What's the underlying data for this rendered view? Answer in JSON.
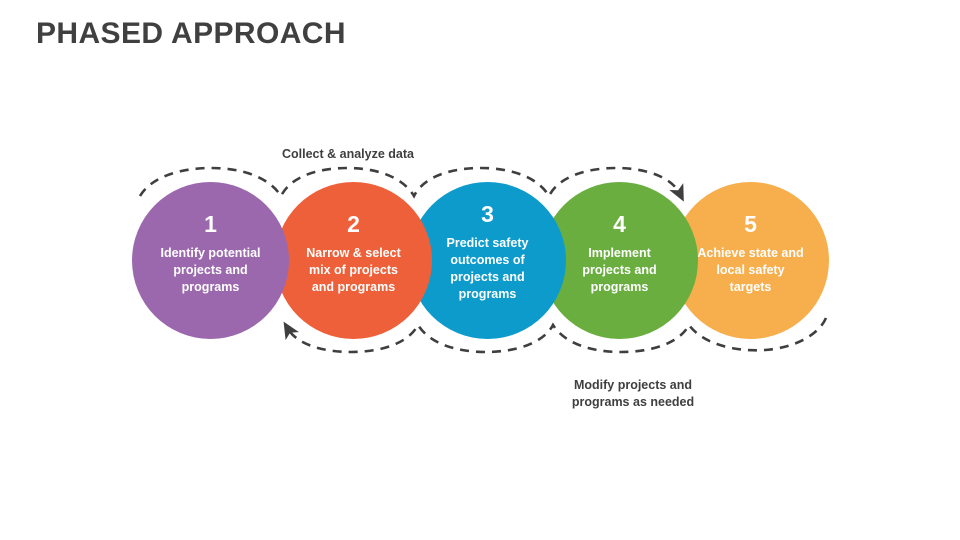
{
  "slide": {
    "title": "PHASED APPROACH",
    "background_color": "#FFFFFF",
    "title_color": "#404040"
  },
  "diagram": {
    "type": "phased-process-circles",
    "arrow_color": "#3F3F3F",
    "arrow_style": "dashed",
    "phases": [
      {
        "number": "1",
        "label": "Identify potential projects and programs",
        "color": "#9B68AE"
      },
      {
        "number": "2",
        "label": "Narrow & select mix of projects and programs",
        "color": "#EE6039"
      },
      {
        "number": "3",
        "label": "Predict safety outcomes of projects and programs",
        "color": "#0D9BCC"
      },
      {
        "number": "4",
        "label": "Implement projects and programs",
        "color": "#6AAE40"
      },
      {
        "number": "5",
        "label": "Achieve state and local safety targets",
        "color": "#F7AE4C"
      }
    ],
    "notes": {
      "top": "Collect & analyze data",
      "bottom": "Modify projects and\nprograms as needed"
    }
  }
}
